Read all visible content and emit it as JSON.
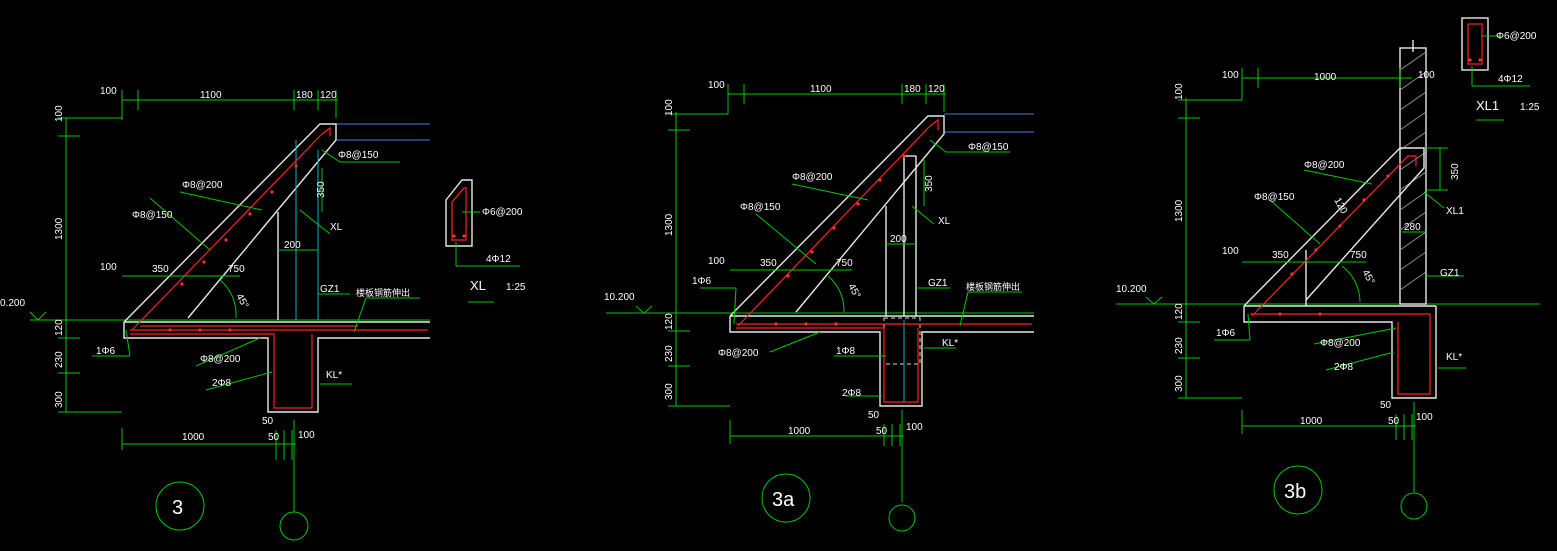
{
  "detail_3": {
    "dims_top": [
      "100",
      "1100",
      "180",
      "120"
    ],
    "dims_left": [
      "100",
      "1300",
      "120",
      "230",
      "300"
    ],
    "dims_bottom": [
      "1000",
      "50",
      "50",
      "100"
    ],
    "dim_350_top": "350",
    "dim_200": "200",
    "dim_100": "100",
    "dim_350": "350",
    "dim_750": "750",
    "angle": "45°",
    "elevation": "0.200",
    "rebar_top": "Φ8@150",
    "rebar_stringer": "Φ8@200",
    "rebar_slope": "Φ8@150",
    "rebar_slab": "Φ8@200",
    "rebar_1phi6": "1Φ6",
    "rebar_2phi8": "2Φ8",
    "label_xl": "XL",
    "label_gz1": "GZ1",
    "label_kl": "KL*",
    "note_extend": "楼板钢筋伸出",
    "bubble": "3"
  },
  "section_xl": {
    "rebar_stirrup": "Φ6@200",
    "rebar_main": "4Φ12",
    "name": "XL",
    "scale": "1:25"
  },
  "detail_3a": {
    "dims_top": [
      "100",
      "1100",
      "180",
      "120"
    ],
    "dims_left": [
      "100",
      "1300",
      "120",
      "230",
      "300"
    ],
    "dims_bottom": [
      "1000",
      "50",
      "100"
    ],
    "dim_350_top": "350",
    "dim_200": "200",
    "dim_100": "100",
    "dim_350": "350",
    "dim_750": "750",
    "angle": "45°",
    "elevation": "10.200",
    "rebar_top": "Φ8@150",
    "rebar_stringer": "Φ8@200",
    "rebar_slope": "Φ8@150",
    "rebar_slab": "Φ8@200",
    "rebar_1phi6": "1Φ6",
    "rebar_1phi8": "1Φ8",
    "rebar_2phi8": "2Φ8",
    "label_xl": "XL",
    "label_gz1": "GZ1",
    "label_kl": "KL*",
    "note_extend": "楼板钢筋伸出",
    "dim_50": "50",
    "bubble": "3a"
  },
  "detail_3b": {
    "dims_top": [
      "100",
      "1000",
      "100"
    ],
    "dims_left": [
      "100",
      "1300",
      "120",
      "230",
      "300"
    ],
    "dims_bottom": [
      "1000",
      "50",
      "50",
      "100"
    ],
    "dim_350_top": "350",
    "dim_280": "280",
    "dim_120": "120",
    "dim_100": "100",
    "dim_350": "350",
    "dim_750": "750",
    "angle": "45°",
    "elevation": "10.200",
    "rebar_stringer": "Φ8@200",
    "rebar_slope": "Φ8@150",
    "rebar_slab": "Φ8@200",
    "rebar_1phi6": "1Φ6",
    "rebar_2phi8": "2Φ8",
    "label_xl1": "XL1",
    "label_gz1": "GZ1",
    "label_kl": "KL*",
    "bubble": "3b"
  },
  "section_xl1": {
    "rebar_stirrup": "Φ6@200",
    "rebar_main": "4Φ12",
    "name": "XL1",
    "scale": "1:25"
  }
}
